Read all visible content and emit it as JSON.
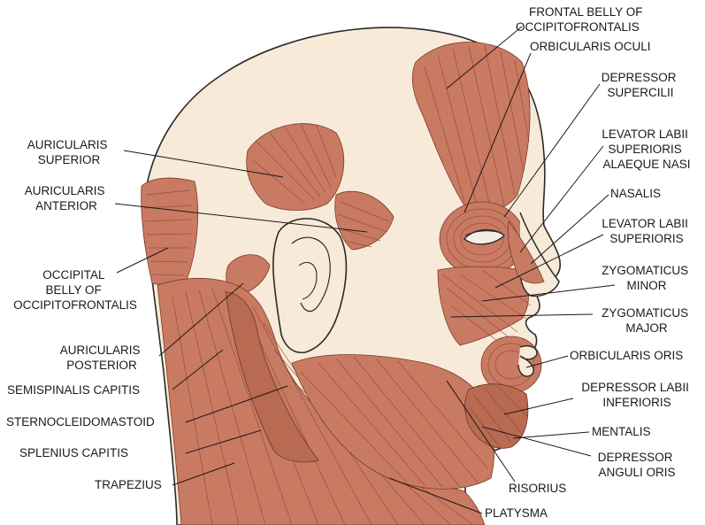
{
  "labels": {
    "frontal_belly": [
      "FRONTAL BELLY OF",
      "OCCIPITOFRONTALIS"
    ],
    "orbicularis_oculi": [
      "ORBICULARIS OCULI"
    ],
    "depressor_supercilii": [
      "DEPRESSOR",
      "SUPERCILII"
    ],
    "levator_alaeque": [
      "LEVATOR LABII",
      "SUPERIORIS",
      "ALAEQUE NASI"
    ],
    "nasalis": [
      "NASALIS"
    ],
    "levator_labii": [
      "LEVATOR LABII",
      "SUPERIORIS"
    ],
    "zyg_minor": [
      "ZYGOMATICUS",
      "MINOR"
    ],
    "zyg_major": [
      "ZYGOMATICUS",
      "MAJOR"
    ],
    "orbicularis_oris": [
      "ORBICULARIS ORIS"
    ],
    "depressor_labii": [
      "DEPRESSOR LABII",
      "INFERIORIS"
    ],
    "mentalis": [
      "MENTALIS"
    ],
    "depressor_anguli": [
      "DEPRESSOR",
      "ANGULI ORIS"
    ],
    "risorius": [
      "RISORIUS"
    ],
    "platysma": [
      "PLATYSMA"
    ],
    "auricularis_superior": [
      "AURICULARIS",
      "SUPERIOR"
    ],
    "auricularis_anterior": [
      "AURICULARIS",
      "ANTERIOR"
    ],
    "occipital_belly": [
      "OCCIPITAL",
      "BELLY OF",
      "OCCIPITOFRONTALIS"
    ],
    "auricularis_posterior": [
      "AURICULARIS",
      "POSTERIOR"
    ],
    "semispinalis": [
      "SEMISPINALIS CAPITIS"
    ],
    "sternocleidomastoid": [
      "STERNOCLEIDOMASTOID"
    ],
    "splenius": [
      "SPLENIUS CAPITIS"
    ],
    "trapezius": [
      "TRAPEZIUS"
    ]
  },
  "colors": {
    "muscle": "#c97a63",
    "skin": "#f7ead8",
    "outline": "#2a2a2a"
  }
}
